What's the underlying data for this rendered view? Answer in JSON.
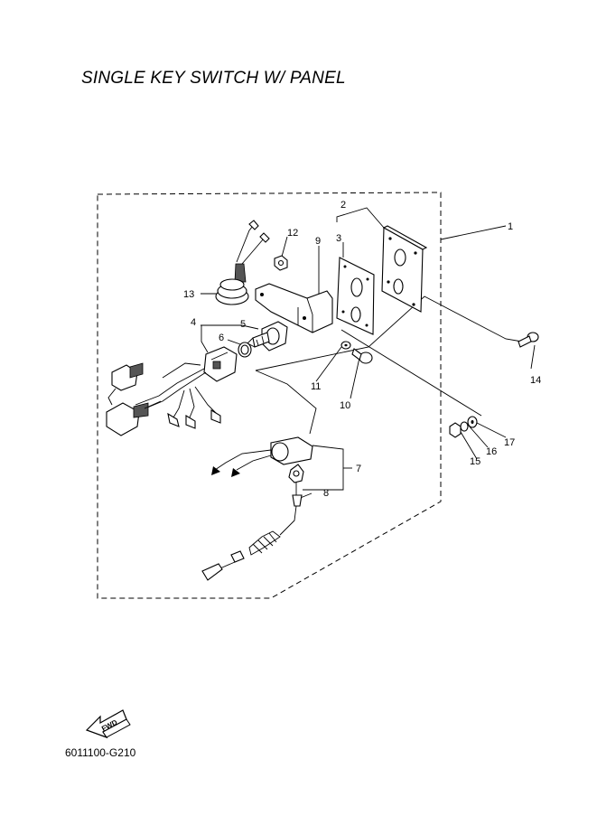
{
  "title": "SINGLE KEY SWITCH W/ PANEL",
  "diagram_code": "6011100-G210",
  "fwd_label": "FWD",
  "callouts": {
    "c1": "1",
    "c2": "2",
    "c3": "3",
    "c4": "4",
    "c5": "5",
    "c6": "6",
    "c7": "7",
    "c8": "8",
    "c9": "9",
    "c10": "10",
    "c11": "11",
    "c12": "12",
    "c13": "13",
    "c14": "14",
    "c15": "15",
    "c16": "16",
    "c17": "17"
  }
}
